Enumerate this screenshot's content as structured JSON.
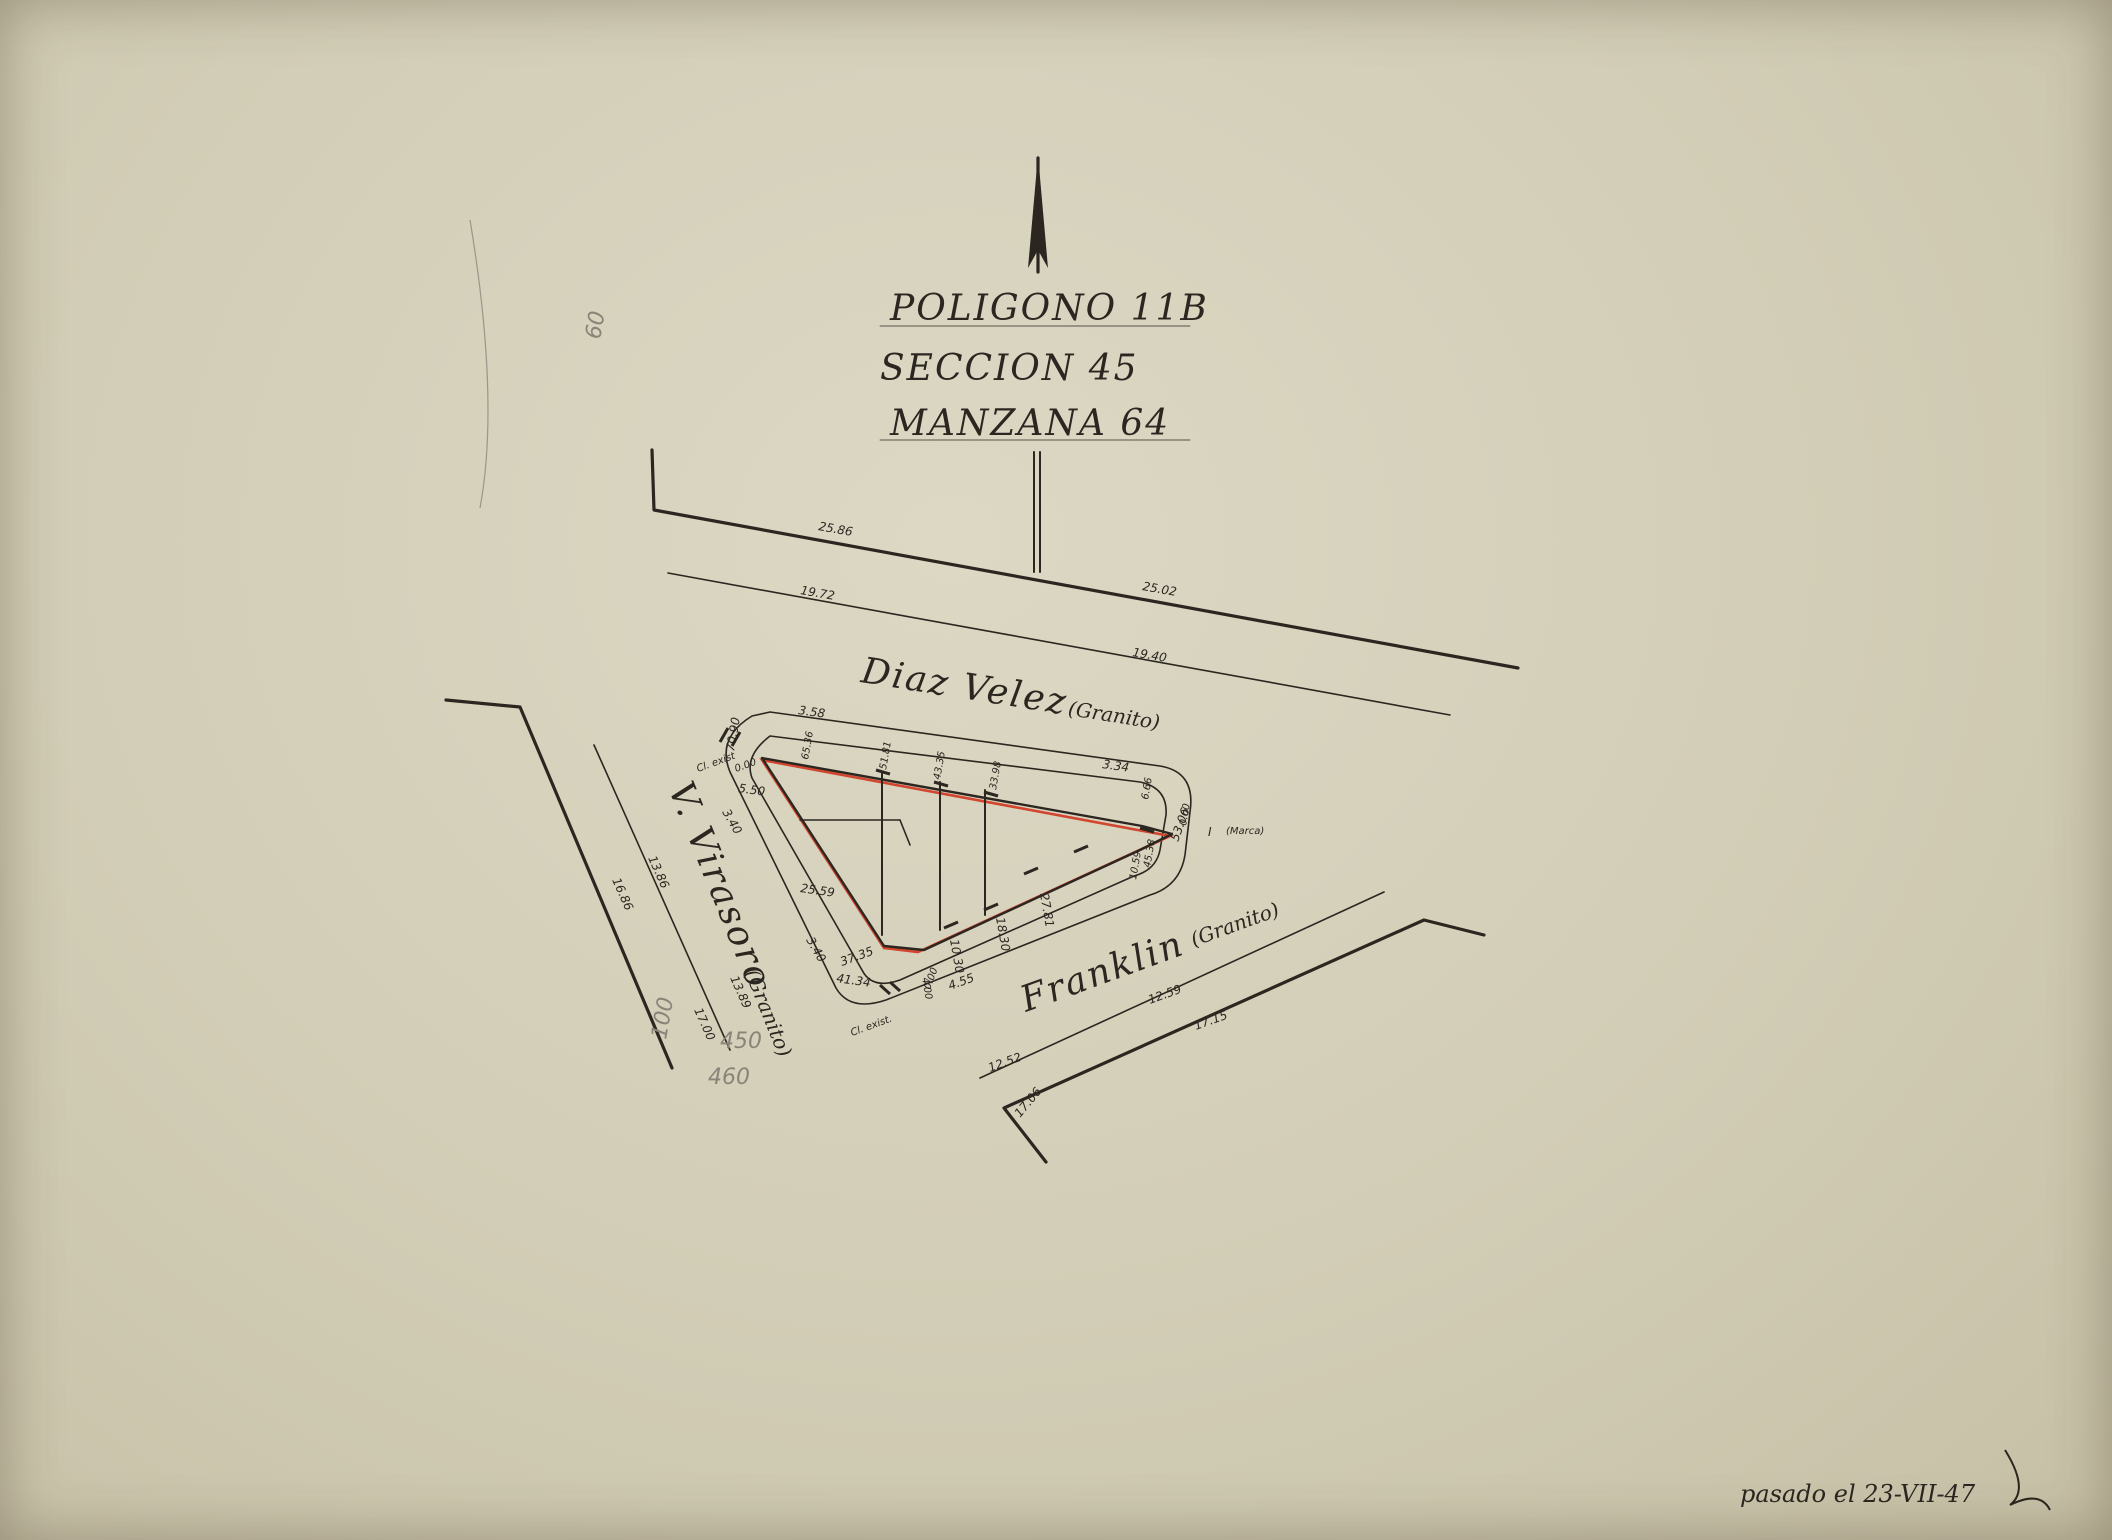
{
  "title": {
    "poligono": "POLIGONO 11B",
    "seccion": "SECCION 45",
    "manzana": "MANZANA 64"
  },
  "streets": {
    "diaz_velez": "Diaz Velez",
    "diaz_velez_pave": "(Granito)",
    "virasoro": "V. Virasoro",
    "virasoro_pave": "(Granito)",
    "franklin": "Franklin",
    "franklin_pave": "(Granito)"
  },
  "top_dims": {
    "d1": "25.86",
    "d2": "19.72",
    "d3": "25.02",
    "d4": "19.40"
  },
  "left_dims": {
    "d1": "13.86",
    "d2": "16.86",
    "d3": "13.89",
    "d4": "17.00"
  },
  "bottom_dims": {
    "d1": "12.52",
    "d2": "12.59",
    "d3": "17.15",
    "d4": "17.06"
  },
  "block_dims": {
    "n_3_58": "3.58",
    "n_3_34": "3.34",
    "n_5_50": "5.50",
    "n_3_40a": "3.40",
    "n_3_40b": "3.40",
    "n_25_59": "25.59",
    "n_37_35": "37.35",
    "n_41_34": "41.34",
    "n_4_55": "4.55",
    "n_10_30": "10.30",
    "n_18_30": "18.30",
    "n_27_81": "27.81",
    "n_53_06": "53.06",
    "n_6_66": "6.66",
    "n_0_00a": "0.00",
    "n_0_00b": "0.00",
    "n_0_00c": "0.00",
    "n_70_90": "70.90",
    "n_65_36": "65.36",
    "n_51_81": "51.81",
    "n_43_35": "43.35",
    "n_33_98": "33.98",
    "n_45_38": "45.38",
    "n_4_00": "4.00",
    "n_10_59": "10.59"
  },
  "annotations": {
    "cl_exist_top": "Cl. exist",
    "cl_exist_bottom": "Cl. exist.",
    "marca_num": "I",
    "marca_label": "(Marca)"
  },
  "pencil": {
    "p60": "60",
    "p450": "450",
    "p460": "460",
    "p100": "100"
  },
  "signature_date": "pasado el 23-VII-47"
}
